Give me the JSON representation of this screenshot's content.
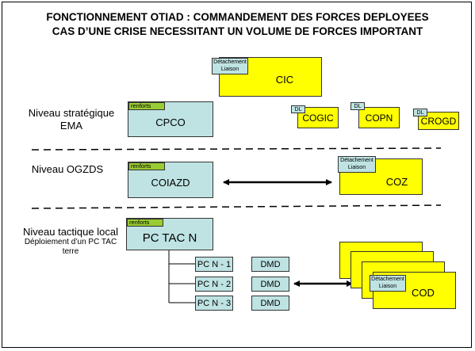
{
  "title": {
    "line1": "FONCTIONNEMENT OTIAD : COMMANDEMENT DES FORCES DEPLOYEES",
    "line2": "CAS D’UNE CRISE NECESSITANT UN VOLUME DE FORCES IMPORTANT"
  },
  "levels": {
    "strategique": {
      "line1": "Niveau stratégique",
      "line2": "EMA"
    },
    "ogzds": "Niveau OGZDS",
    "tactique": {
      "line1": "Niveau tactique local",
      "line2": "Déploiement d’un PC TAC",
      "line3": "terre"
    }
  },
  "liaison_tag": {
    "line1": "Détachement",
    "line2": "Liaison"
  },
  "renforts": "renforts",
  "dl": "DL",
  "boxes": {
    "cic": "CIC",
    "cpco": "CPCO",
    "cogic": "COGIC",
    "copn": "COPN",
    "crogd": "CROGD",
    "coiazd": "COIAZD",
    "coz": "COZ",
    "pctacn": "PC TAC N",
    "pcn1": "PC N - 1",
    "pcn2": "PC N - 2",
    "pcn3": "PC N - 3",
    "dmd": "DMD",
    "cod": "COD"
  },
  "colors": {
    "yellow": "#ffff00",
    "teal": "#bfe3e3",
    "green": "#99cc33"
  }
}
